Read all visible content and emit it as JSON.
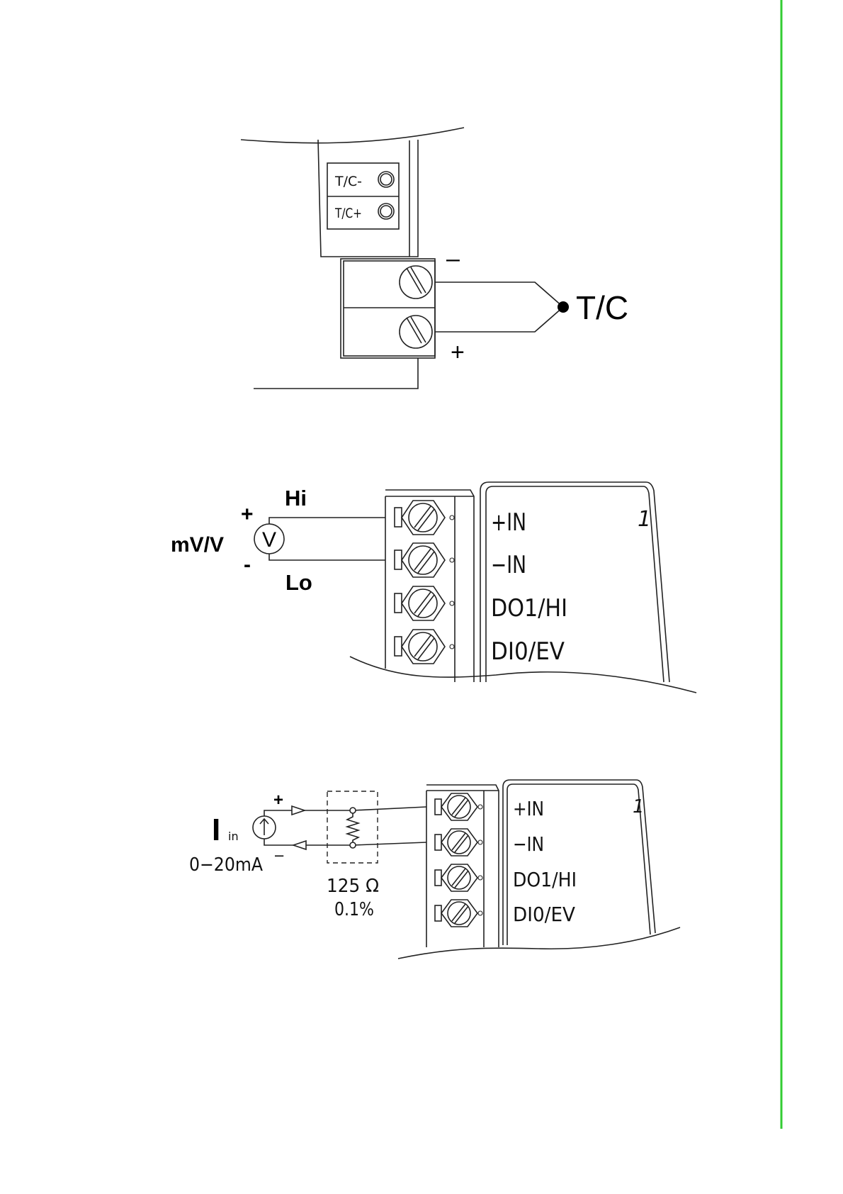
{
  "colors": {
    "margin_rule": "#33cc33",
    "line": "#222222"
  },
  "thermocouple": {
    "terminal_minus": "T/C-",
    "terminal_plus": "T/C+",
    "sign_minus": "–",
    "sign_plus": "+",
    "junction_label": "T/C"
  },
  "voltage": {
    "hi_label": "Hi",
    "lo_label": "Lo",
    "plus": "+",
    "minus": "-",
    "meter_symbol": "V",
    "source_label": "mV/V",
    "terminals": [
      "+IN",
      "−IN",
      "DO1/HI",
      "DI0/EV"
    ],
    "channel_number": "1"
  },
  "current": {
    "source_symbol": "I",
    "source_subscript": "in",
    "range_label": "0−20mA",
    "plus": "+",
    "minus": "–",
    "resistor_value": "125 Ω",
    "resistor_tolerance": "0.1%",
    "terminals": [
      "+IN",
      "−IN",
      "DO1/HI",
      "DI0/EV"
    ],
    "channel_number": "1"
  }
}
